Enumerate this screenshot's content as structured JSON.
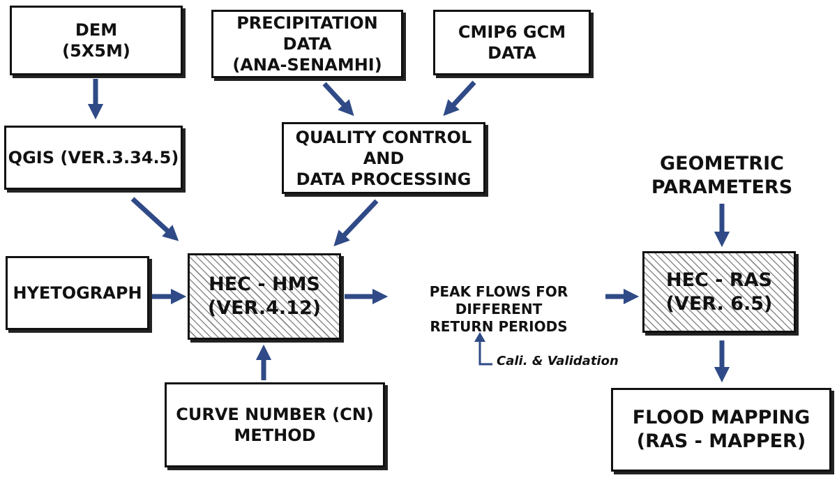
{
  "colors": {
    "arrow": "#2f4a86",
    "border": "#111111",
    "hatch": "#8a8a8a"
  },
  "nodes": {
    "dem": {
      "line1": "DEM",
      "line2": "(5X5M)"
    },
    "precipitation": {
      "line1": "PRECIPITATION DATA",
      "line2": "(ANA-SENAMHI)"
    },
    "cmip6": {
      "line1": "CMIP6 GCM DATA"
    },
    "qgis": {
      "line1": "QGIS (VER.3.34.5)"
    },
    "quality": {
      "line1": "QUALITY CONTROL AND",
      "line2": "DATA PROCESSING"
    },
    "geometric": {
      "line1": "GEOMETRIC",
      "line2": "PARAMETERS"
    },
    "hyetograph": {
      "line1": "HYETOGRAPH"
    },
    "hec_hms": {
      "line1": "HEC - HMS",
      "line2": "(VER.4.12)"
    },
    "peak_flows": {
      "line1": "PEAK FLOWS FOR DIFFERENT",
      "line2": "RETURN PERIODS"
    },
    "hec_ras": {
      "line1": "HEC - RAS",
      "line2": "(VER. 6.5)"
    },
    "curve_number": {
      "line1": "CURVE NUMBER (CN)",
      "line2": "METHOD"
    },
    "flood_mapping": {
      "line1": "FLOOD MAPPING",
      "line2": "(RAS - MAPPER)"
    },
    "calibration": {
      "label": "Cali. & Validation"
    }
  }
}
